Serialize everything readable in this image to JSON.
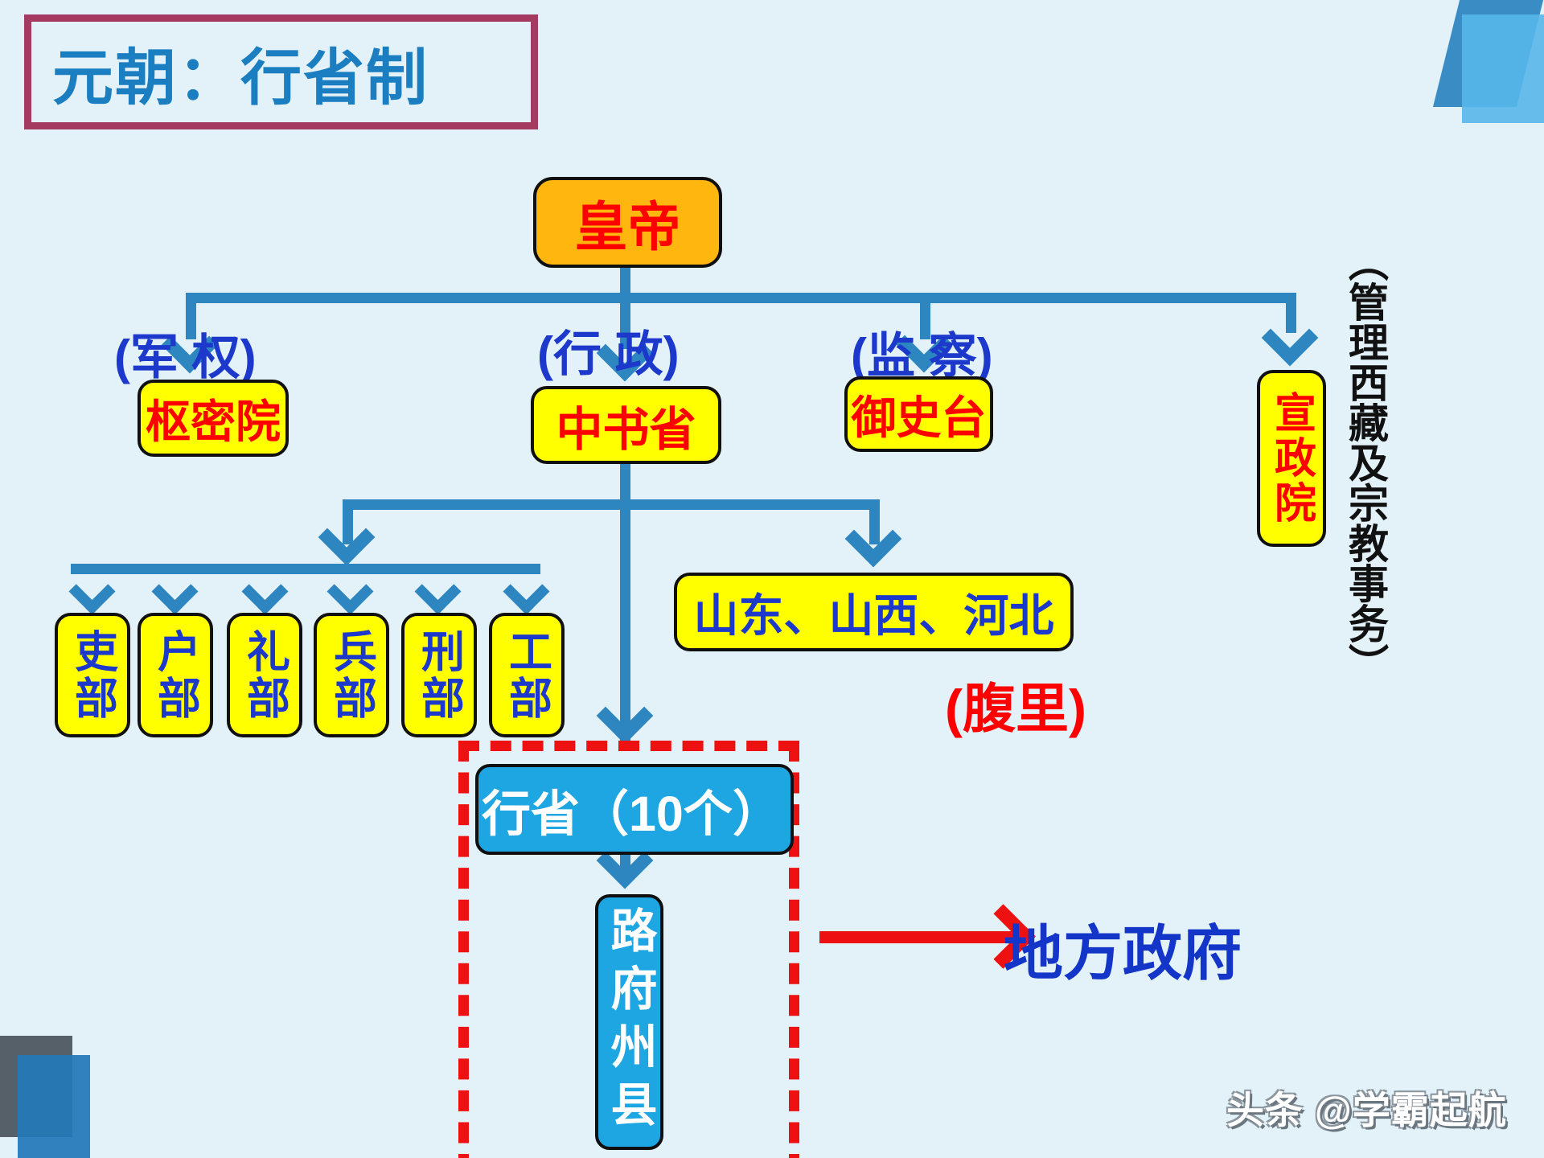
{
  "title": "元朝：行省制",
  "chart": {
    "emperor": "皇帝",
    "labels": {
      "military": "(军 权)",
      "admin": "(行 政)",
      "supervision": "(监 察)"
    },
    "organs": {
      "privy_council": "枢密院",
      "secretariat": "中书省",
      "censorate": "御史台",
      "xuanzheng_yuan": "宣政院"
    },
    "side_note": "（管理西藏及宗教事务）",
    "ministries": [
      "吏部",
      "户部",
      "礼部",
      "兵部",
      "刑部",
      "工部"
    ],
    "fuli_region": "山东、山西、河北",
    "fuli_label": "(腹里)",
    "xingsheng": "行省（10个）",
    "local_units": "路府州县",
    "local_gov": "地方政府"
  },
  "watermark": "头条 @学霸起航",
  "colors": {
    "background": "#e3f1f9",
    "connector": "#2e86c1",
    "title_text": "#1b7ec1",
    "title_border": "#a53a61",
    "box_orange": "#ffb70f",
    "box_yellow": "#ffff00",
    "box_blue": "#1da6e2",
    "text_red": "#ff0000",
    "text_blue": "#1c39cb",
    "dotted_red": "#ee1111",
    "side_note_black": "#111111"
  }
}
